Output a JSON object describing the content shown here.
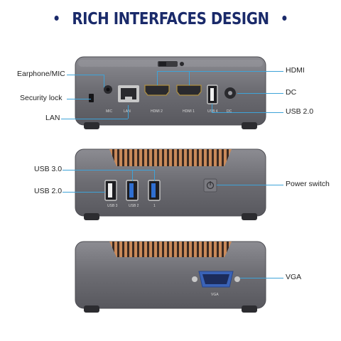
{
  "title": "RICH INTERFACES DESIGN",
  "colors": {
    "title": "#1a2a6a",
    "callout_line": "#3ea3d8",
    "case": "#6b6b70",
    "usb3_blue": "#2f6fd1",
    "vga_blue": "#3a63b8",
    "heatsink": "#c98a5a"
  },
  "panels": {
    "rear_top": {
      "callouts_left": [
        "Earphone/MIC",
        "Security lock",
        "LAN"
      ],
      "callouts_right": [
        "HDMI",
        "DC",
        "USB 2.0"
      ],
      "port_labels": [
        "MIC",
        "LAN",
        "HDMI 2",
        "HDMI 1",
        "USB 4",
        "DC"
      ]
    },
    "front": {
      "callouts_left": [
        "USB 3.0",
        "USB 2.0"
      ],
      "callouts_right": [
        "Power switch"
      ],
      "port_labels": [
        "USB 3",
        "USB 2",
        "1"
      ]
    },
    "side": {
      "callouts_right": [
        "VGA"
      ],
      "port_labels": [
        "VGA"
      ]
    }
  }
}
